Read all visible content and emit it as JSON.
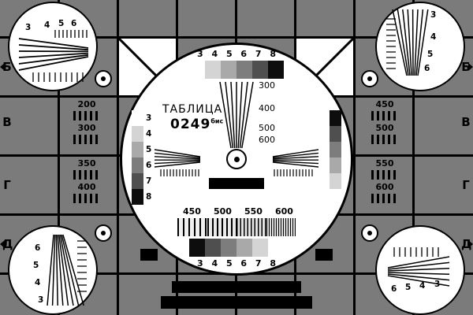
{
  "meta": {
    "title": "ТАБЛИЦА",
    "code": "0249",
    "code_sup": "бис"
  },
  "colors": {
    "background": "#7b7b7b",
    "grid_line": "#000000",
    "circle_fill": "#ffffff",
    "ink": "#000000",
    "grayscale_ramp": [
      "#ffffff",
      "#d4d4d4",
      "#a9a9a9",
      "#7d7d7d",
      "#4f4f4f",
      "#0d0d0d"
    ]
  },
  "row_letters": [
    "Б",
    "В",
    "Г",
    "Д"
  ],
  "grayscale_numbers": [
    "3",
    "4",
    "5",
    "6",
    "7",
    "8"
  ],
  "vertical_wedge_labels": [
    "300",
    "400",
    "500",
    "600"
  ],
  "horizontal_wedge_labels": [
    "450",
    "500",
    "550",
    "600"
  ],
  "left_definition_labels": [
    "200",
    "300",
    "350",
    "400"
  ],
  "right_definition_labels": [
    "450",
    "500",
    "550",
    "600"
  ],
  "corner_wedge_numbers": {
    "top_left": [
      "3",
      "4",
      "5",
      "6"
    ],
    "top_right": [
      "3",
      "4",
      "5",
      "6"
    ],
    "bottom_left": [
      "6",
      "5",
      "4",
      "3"
    ],
    "bottom_right": [
      "6",
      "5",
      "4",
      "3"
    ]
  }
}
